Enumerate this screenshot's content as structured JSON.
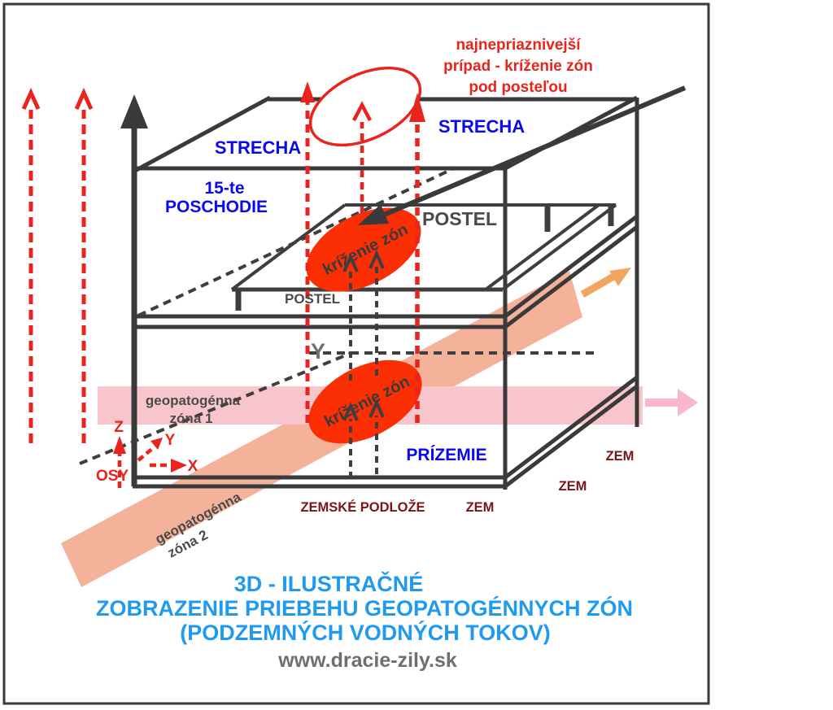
{
  "annotation": {
    "line1": "najnepriaznivejší",
    "line2": "prípad - kríženie zón",
    "line3": "pod posteľou"
  },
  "building": {
    "roof_left": "STRECHA",
    "roof_right": "STRECHA",
    "floor15_line1": "15-te",
    "floor15_line2": "POSCHODIE",
    "ground_floor": "PRÍZEMIE",
    "bed_front_label": "POSTEL",
    "bed_back_label": "POSTEL"
  },
  "zones": {
    "zone1_line1": "geopatogénna",
    "zone1_line2": "zóna 1",
    "zone2_line1": "geopatogénna",
    "zone2_line2": "zóna 2",
    "crossing_upper": "kríženie zón",
    "crossing_lower": "kríženie zón"
  },
  "ground": {
    "subsoil": "ZEMSKÉ PODLOŽE",
    "zem_front": "ZEM",
    "zem_mid": "ZEM",
    "zem_back": "ZEM"
  },
  "axes": {
    "label": "OSY",
    "x": "X",
    "y": "Y",
    "z": "Z",
    "y_depth_marker": "Y"
  },
  "title": {
    "line1": "3D -  ILUSTRAČNÉ",
    "line2": "ZOBRAZENIE PRIEBEHU GEOPATOGÉNNYCH ZÓN",
    "line3": "(PODZEMNÝCH VODNÝCH TOKOV)"
  },
  "website": "www.dracie-zily.sk",
  "colors": {
    "red": "#e8241c",
    "crossing_ellipse": "#fb2e04",
    "zone1_band": "#f8c5cc",
    "zone2_band": "#f5b29a",
    "label_blue": "#0909ee",
    "title_blue": "#1e9aef",
    "earth_maroon": "#7a1416",
    "line_dark": "#3a3a3a",
    "orange_arrow": "#f2a55f",
    "pink_arrow": "#f9b6cd"
  }
}
